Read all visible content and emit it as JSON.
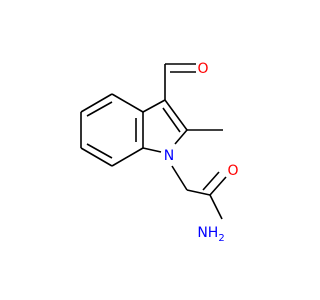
{
  "structure": {
    "atoms": {
      "oxygen_aldehyde": "O",
      "nitrogen_ring": "N",
      "oxygen_amide": "O",
      "amide_nitrogen": "NH",
      "amide_hydrogen_count": "2"
    }
  },
  "colors": {
    "bond": "#000000",
    "oxygen": "#ff0000",
    "nitrogen": "#0000ff",
    "background": "#ffffff"
  }
}
